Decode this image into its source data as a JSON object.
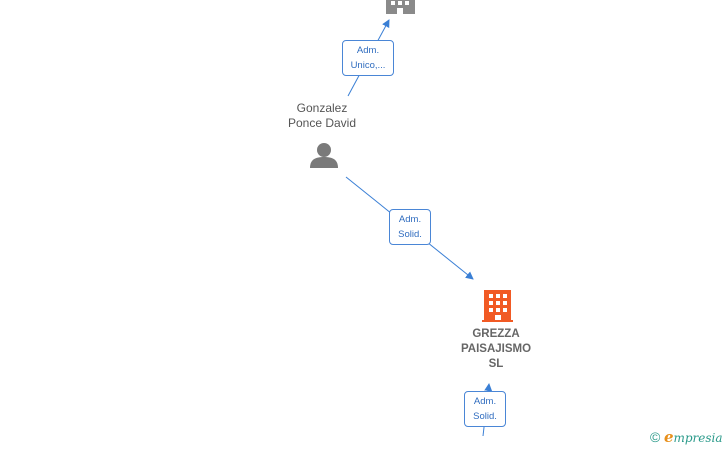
{
  "nodes": {
    "person": {
      "name_line1": "Gonzalez",
      "name_line2": "Ponce David",
      "icon": "person-icon",
      "color": "#7a7a7a"
    },
    "company": {
      "name_line1": "GREZZA",
      "name_line2": "PAISAJISMO",
      "name_line3": "SL",
      "icon": "building-icon",
      "color": "#f15a24"
    },
    "top_company": {
      "icon": "building-icon",
      "color": "#8a8a8a"
    }
  },
  "relations": [
    {
      "line1": "Adm.",
      "line2": "Unico,..."
    },
    {
      "line1": "Adm.",
      "line2": "Solid."
    },
    {
      "line1": "Adm.",
      "line2": "Solid."
    }
  ],
  "colors": {
    "edge": "#3a7fd5",
    "role_text": "#2f6cbf"
  },
  "footer": {
    "copyright_symbol": "©",
    "brand_initial": "e",
    "brand_rest": "mpresia"
  }
}
